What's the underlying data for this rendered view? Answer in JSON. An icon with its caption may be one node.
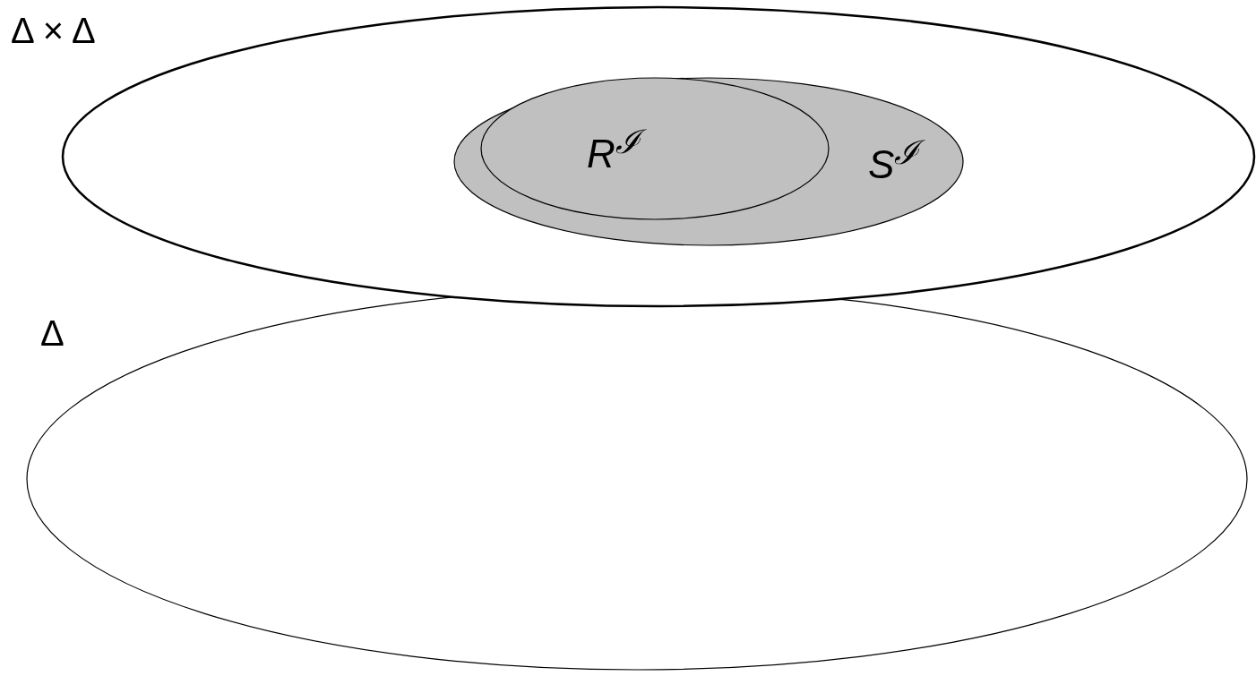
{
  "diagram": {
    "nodes": [
      {
        "text": [
          "Δ × Δ"
        ]
      },
      {
        "text": [
          "S$^{ℐ}$"
        ],
        "in": 0
      },
      {
        "text": [
          "R$^{ℐ}$"
        ],
        "in": 1
      },
      {
        "text": [
          "Δ"
        ]
      }
    ]
  }
}
